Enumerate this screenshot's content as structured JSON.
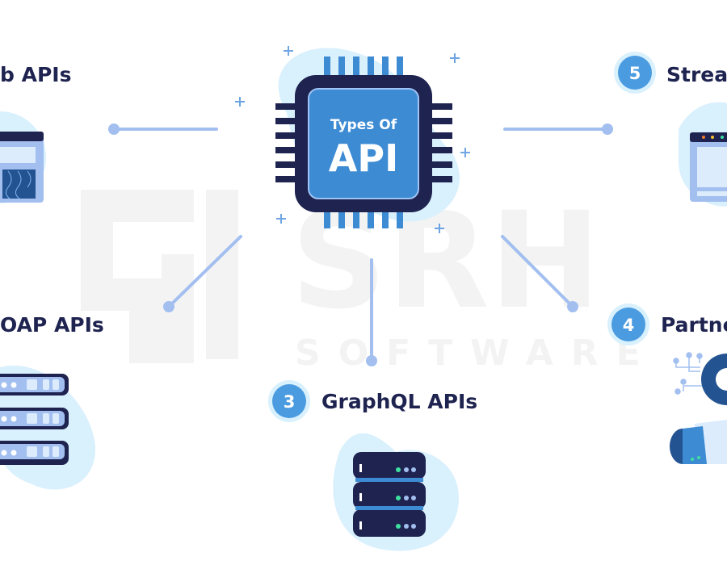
{
  "title": {
    "line1": "Types Of",
    "line2": "API"
  },
  "watermark": {
    "brand": "SRH",
    "sub": "SOFTWARE"
  },
  "items": [
    {
      "label": "b APIs",
      "number": ""
    },
    {
      "label": "OAP APIs",
      "number": ""
    },
    {
      "label": "GraphQL APIs",
      "number": "3"
    },
    {
      "label": "Partne",
      "number": "4"
    },
    {
      "label": "Strea",
      "number": "5"
    }
  ],
  "colors": {
    "navy": "#1e2350",
    "blue": "#3d8bd3",
    "blob": "#d9f0fd",
    "connector": "#a2bff0",
    "badge": "#4a9be0"
  }
}
